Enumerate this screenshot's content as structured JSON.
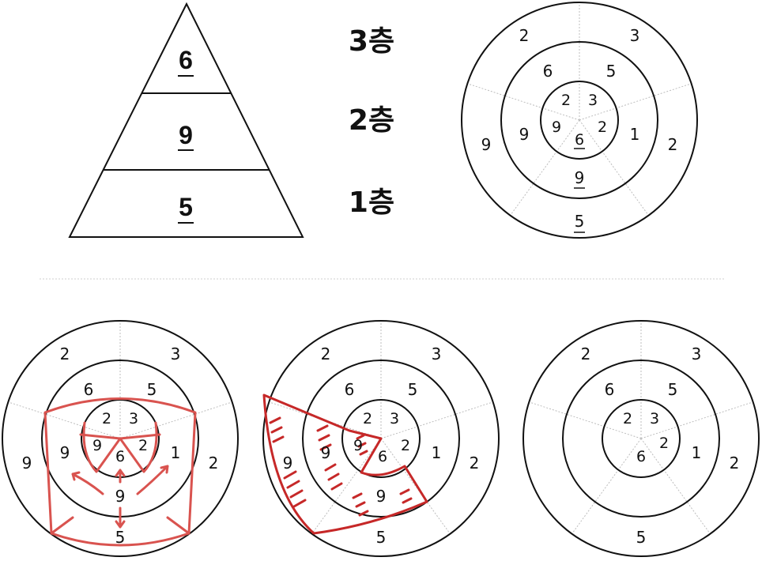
{
  "pyramid": {
    "top": "6",
    "middle": "9",
    "bottom": "5"
  },
  "layer_labels": {
    "third": "3층",
    "second": "2층",
    "first": "1층"
  },
  "circles": {
    "outer": [
      "2",
      "3",
      "2",
      "5",
      "9"
    ],
    "middle": [
      "6",
      "5",
      "1",
      "9",
      "9"
    ],
    "inner": [
      "2",
      "3",
      "2",
      "6",
      "9"
    ]
  },
  "colors": {
    "ring": "#111111",
    "annotation_red": "#d9534f",
    "hatch_red": "#c62828"
  }
}
